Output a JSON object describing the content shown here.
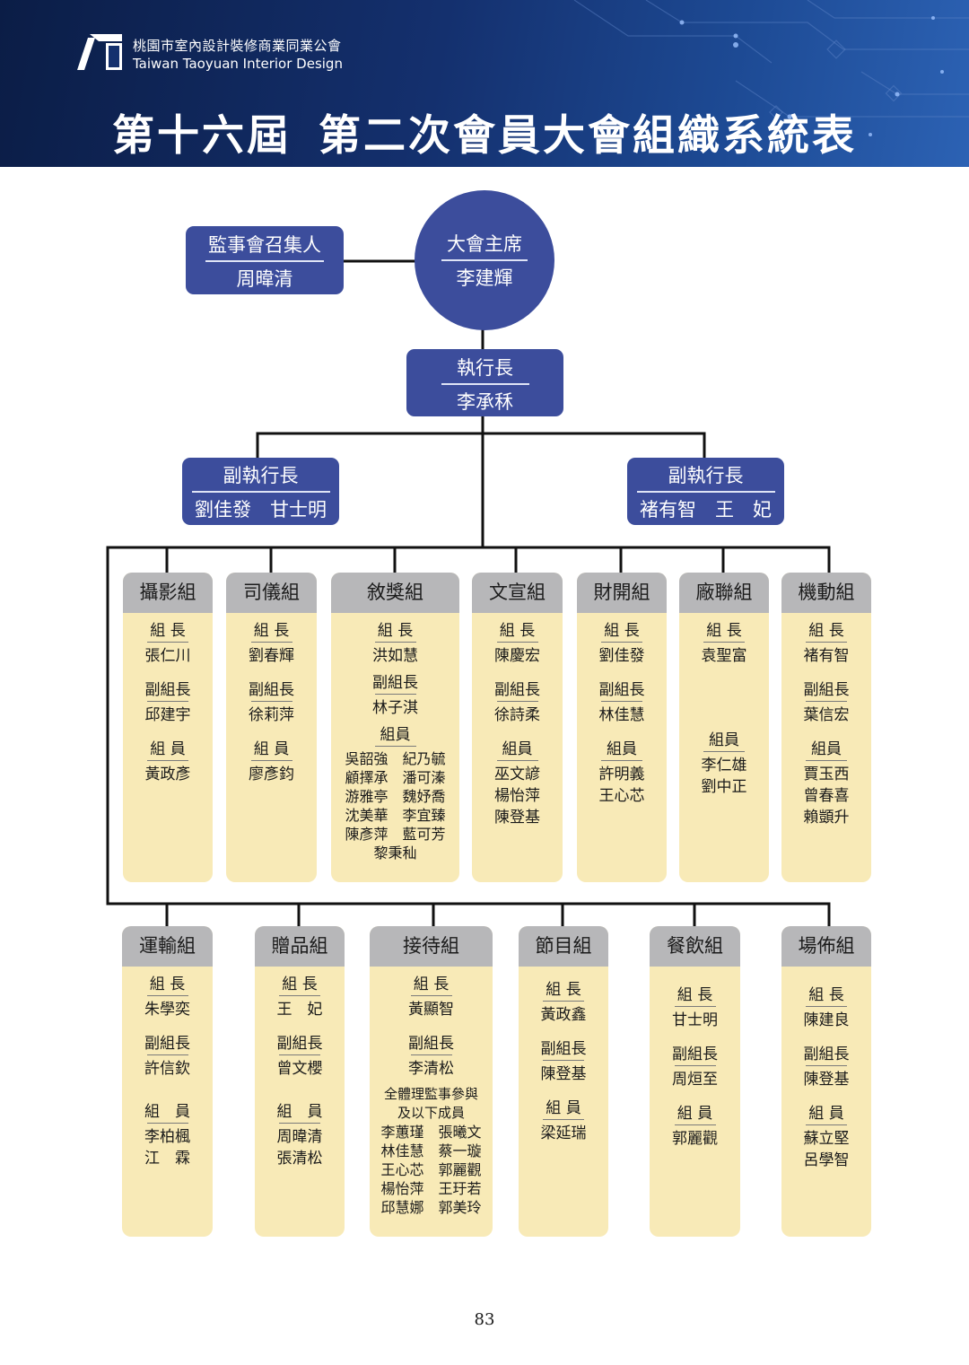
{
  "header": {
    "org_name_zh": "桃園市室內設計裝修商業同業公會",
    "org_name_en": "Taiwan Taoyuan Interior Design",
    "title_part1": "第十六屆",
    "title_part2": "第二次會員大會組織系統表"
  },
  "chairman": {
    "title": "大會主席",
    "name": "李建輝"
  },
  "supervisor": {
    "title": "監事會召集人",
    "name": "周暐清"
  },
  "executive": {
    "title": "執行長",
    "name": "李承秝"
  },
  "deputy_left": {
    "title": "副執行長",
    "names": "劉佳發　甘士明"
  },
  "deputy_right": {
    "title": "副執行長",
    "names": "褚有智　王　妃"
  },
  "row1": [
    {
      "name": "攝影組",
      "lines": [
        {
          "k": "role",
          "u": true,
          "t": "組 長"
        },
        {
          "k": "nm",
          "t": "張仁川"
        },
        {
          "k": "gap"
        },
        {
          "k": "role",
          "u": true,
          "t": "副組長"
        },
        {
          "k": "nm",
          "t": "邱建宇"
        },
        {
          "k": "gap"
        },
        {
          "k": "role",
          "u": true,
          "t": "組 員"
        },
        {
          "k": "nm",
          "t": "黃政彥"
        }
      ]
    },
    {
      "name": "司儀組",
      "lines": [
        {
          "k": "role",
          "u": true,
          "t": "組 長"
        },
        {
          "k": "nm",
          "t": "劉春輝"
        },
        {
          "k": "gap"
        },
        {
          "k": "role",
          "u": true,
          "t": "副組長"
        },
        {
          "k": "nm",
          "t": "徐莉萍"
        },
        {
          "k": "gap"
        },
        {
          "k": "role",
          "u": true,
          "t": "組 員"
        },
        {
          "k": "nm",
          "t": "廖彥鈞"
        }
      ]
    },
    {
      "name": "敘獎組",
      "lines": [
        {
          "k": "role",
          "u": true,
          "t": "組 長"
        },
        {
          "k": "nm",
          "t": "洪如慧"
        },
        {
          "k": "gap",
          "s": true
        },
        {
          "k": "role",
          "u": true,
          "t": "副組長"
        },
        {
          "k": "nm",
          "t": "林子淇"
        },
        {
          "k": "gap",
          "s": true
        },
        {
          "k": "role",
          "u": true,
          "t": "組員"
        },
        {
          "k": "nm",
          "sm": true,
          "t": "吳韶強　紀乃毓"
        },
        {
          "k": "nm",
          "sm": true,
          "t": "顧擇承　潘可溱"
        },
        {
          "k": "nm",
          "sm": true,
          "t": "游雅亭　魏妤喬"
        },
        {
          "k": "nm",
          "sm": true,
          "t": "沈美華　李宜臻"
        },
        {
          "k": "nm",
          "sm": true,
          "t": "陳彥萍　藍可芳"
        },
        {
          "k": "nm",
          "sm": true,
          "t": "黎秉秈　　　　"
        }
      ]
    },
    {
      "name": "文宣組",
      "lines": [
        {
          "k": "role",
          "u": true,
          "t": "組 長"
        },
        {
          "k": "nm",
          "t": "陳慶宏"
        },
        {
          "k": "gap"
        },
        {
          "k": "role",
          "u": true,
          "t": "副組長"
        },
        {
          "k": "nm",
          "t": "徐詩柔"
        },
        {
          "k": "gap"
        },
        {
          "k": "role",
          "u": true,
          "t": "組員"
        },
        {
          "k": "nm",
          "t": "巫文諺"
        },
        {
          "k": "nm",
          "t": "楊怡萍"
        },
        {
          "k": "nm",
          "t": "陳登基"
        }
      ]
    },
    {
      "name": "財開組",
      "lines": [
        {
          "k": "role",
          "u": true,
          "t": "組 長"
        },
        {
          "k": "nm",
          "t": "劉佳發"
        },
        {
          "k": "gap"
        },
        {
          "k": "role",
          "u": true,
          "t": "副組長"
        },
        {
          "k": "nm",
          "t": "林佳慧"
        },
        {
          "k": "gap"
        },
        {
          "k": "role",
          "u": true,
          "t": "組員"
        },
        {
          "k": "nm",
          "t": "許明義"
        },
        {
          "k": "nm",
          "t": "王心芯"
        }
      ]
    },
    {
      "name": "廠聯組",
      "lines": [
        {
          "k": "role",
          "u": true,
          "t": "組 長"
        },
        {
          "k": "nm",
          "t": "袁聖富"
        },
        {
          "k": "gap"
        },
        {
          "k": "gap"
        },
        {
          "k": "gap"
        },
        {
          "k": "gap"
        },
        {
          "k": "gap"
        },
        {
          "k": "role",
          "u": true,
          "t": "組員"
        },
        {
          "k": "nm",
          "t": "李仁雄"
        },
        {
          "k": "nm",
          "t": "劉中正"
        }
      ]
    },
    {
      "name": "機動組",
      "lines": [
        {
          "k": "role",
          "u": true,
          "t": "組 長"
        },
        {
          "k": "nm",
          "t": "褚有智"
        },
        {
          "k": "gap"
        },
        {
          "k": "role",
          "u": true,
          "t": "副組長"
        },
        {
          "k": "nm",
          "t": "葉信宏"
        },
        {
          "k": "gap"
        },
        {
          "k": "role",
          "u": true,
          "t": "組員"
        },
        {
          "k": "nm",
          "t": "賈玉西"
        },
        {
          "k": "nm",
          "t": "曾春喜"
        },
        {
          "k": "nm",
          "t": "賴顗升"
        }
      ]
    }
  ],
  "row2": [
    {
      "name": "運輸組",
      "lines": [
        {
          "k": "role",
          "u": true,
          "t": "組 長"
        },
        {
          "k": "nm",
          "t": "朱學奕"
        },
        {
          "k": "gap"
        },
        {
          "k": "role",
          "u": true,
          "t": "副組長"
        },
        {
          "k": "nm",
          "t": "許信欽"
        },
        {
          "k": "gap",
          "l": true
        },
        {
          "k": "role",
          "u": true,
          "t": "組　員"
        },
        {
          "k": "nm",
          "t": "李柏楓"
        },
        {
          "k": "nm",
          "t": "江　霖"
        }
      ]
    },
    {
      "name": "贈品組",
      "lines": [
        {
          "k": "role",
          "u": true,
          "t": "組 長"
        },
        {
          "k": "nm",
          "t": "王　妃"
        },
        {
          "k": "gap"
        },
        {
          "k": "role",
          "u": true,
          "t": "副組長"
        },
        {
          "k": "nm",
          "t": "曾文櫻"
        },
        {
          "k": "gap",
          "l": true
        },
        {
          "k": "role",
          "u": true,
          "t": "組　員"
        },
        {
          "k": "nm",
          "t": "周暐清"
        },
        {
          "k": "nm",
          "t": "張清松"
        }
      ]
    },
    {
      "name": "接待組",
      "lines": [
        {
          "k": "role",
          "u": true,
          "t": "組 長"
        },
        {
          "k": "nm",
          "t": "黃顯智"
        },
        {
          "k": "gap"
        },
        {
          "k": "role",
          "u": true,
          "t": "副組長"
        },
        {
          "k": "nm",
          "t": "李清松"
        },
        {
          "k": "gap",
          "s": true
        },
        {
          "k": "note",
          "t": "全體理監事參與"
        },
        {
          "k": "note",
          "u": true,
          "t": "及以下成員"
        },
        {
          "k": "nm",
          "sm": true,
          "t": "李蕙瑾　張曦文"
        },
        {
          "k": "nm",
          "sm": true,
          "t": "林佳慧　蔡一璇"
        },
        {
          "k": "nm",
          "sm": true,
          "t": "王心芯　郭麗觀"
        },
        {
          "k": "nm",
          "sm": true,
          "t": "楊怡萍　王玗若"
        },
        {
          "k": "nm",
          "sm": true,
          "t": "邱慧娜　郭美玲"
        }
      ]
    },
    {
      "name": "節目組",
      "lines": [
        {
          "k": "gap",
          "s": true
        },
        {
          "k": "role",
          "u": true,
          "t": "組 長"
        },
        {
          "k": "nm",
          "t": "黃政鑫"
        },
        {
          "k": "gap"
        },
        {
          "k": "role",
          "u": true,
          "t": "副組長"
        },
        {
          "k": "nm",
          "t": "陳登基"
        },
        {
          "k": "gap"
        },
        {
          "k": "role",
          "u": true,
          "t": "組 員"
        },
        {
          "k": "nm",
          "t": "梁延瑞"
        }
      ]
    },
    {
      "name": "餐飲組",
      "lines": [
        {
          "k": "gap",
          "s": true
        },
        {
          "k": "gap",
          "s": true
        },
        {
          "k": "role",
          "u": true,
          "t": "組 長"
        },
        {
          "k": "nm",
          "t": "甘士明"
        },
        {
          "k": "gap"
        },
        {
          "k": "role",
          "u": true,
          "t": "副組長"
        },
        {
          "k": "nm",
          "t": "周烜至"
        },
        {
          "k": "gap"
        },
        {
          "k": "role",
          "u": true,
          "t": "組 員"
        },
        {
          "k": "nm",
          "t": "郭麗觀"
        }
      ]
    },
    {
      "name": "場佈組",
      "lines": [
        {
          "k": "gap",
          "s": true
        },
        {
          "k": "gap",
          "s": true
        },
        {
          "k": "role",
          "u": true,
          "t": "組 長"
        },
        {
          "k": "nm",
          "t": "陳建良"
        },
        {
          "k": "gap"
        },
        {
          "k": "role",
          "u": true,
          "t": "副組長"
        },
        {
          "k": "nm",
          "t": "陳登基"
        },
        {
          "k": "gap"
        },
        {
          "k": "role",
          "u": true,
          "t": "組 員"
        },
        {
          "k": "nm",
          "t": "蘇立堅"
        },
        {
          "k": "nm",
          "t": "呂學智"
        }
      ]
    }
  ],
  "page_number": "83",
  "colors": {
    "header_dark": "#0b1d46",
    "node_blue": "#3c4d9c",
    "group_header": "#b7b7b9",
    "group_body": "#f8eab7"
  }
}
